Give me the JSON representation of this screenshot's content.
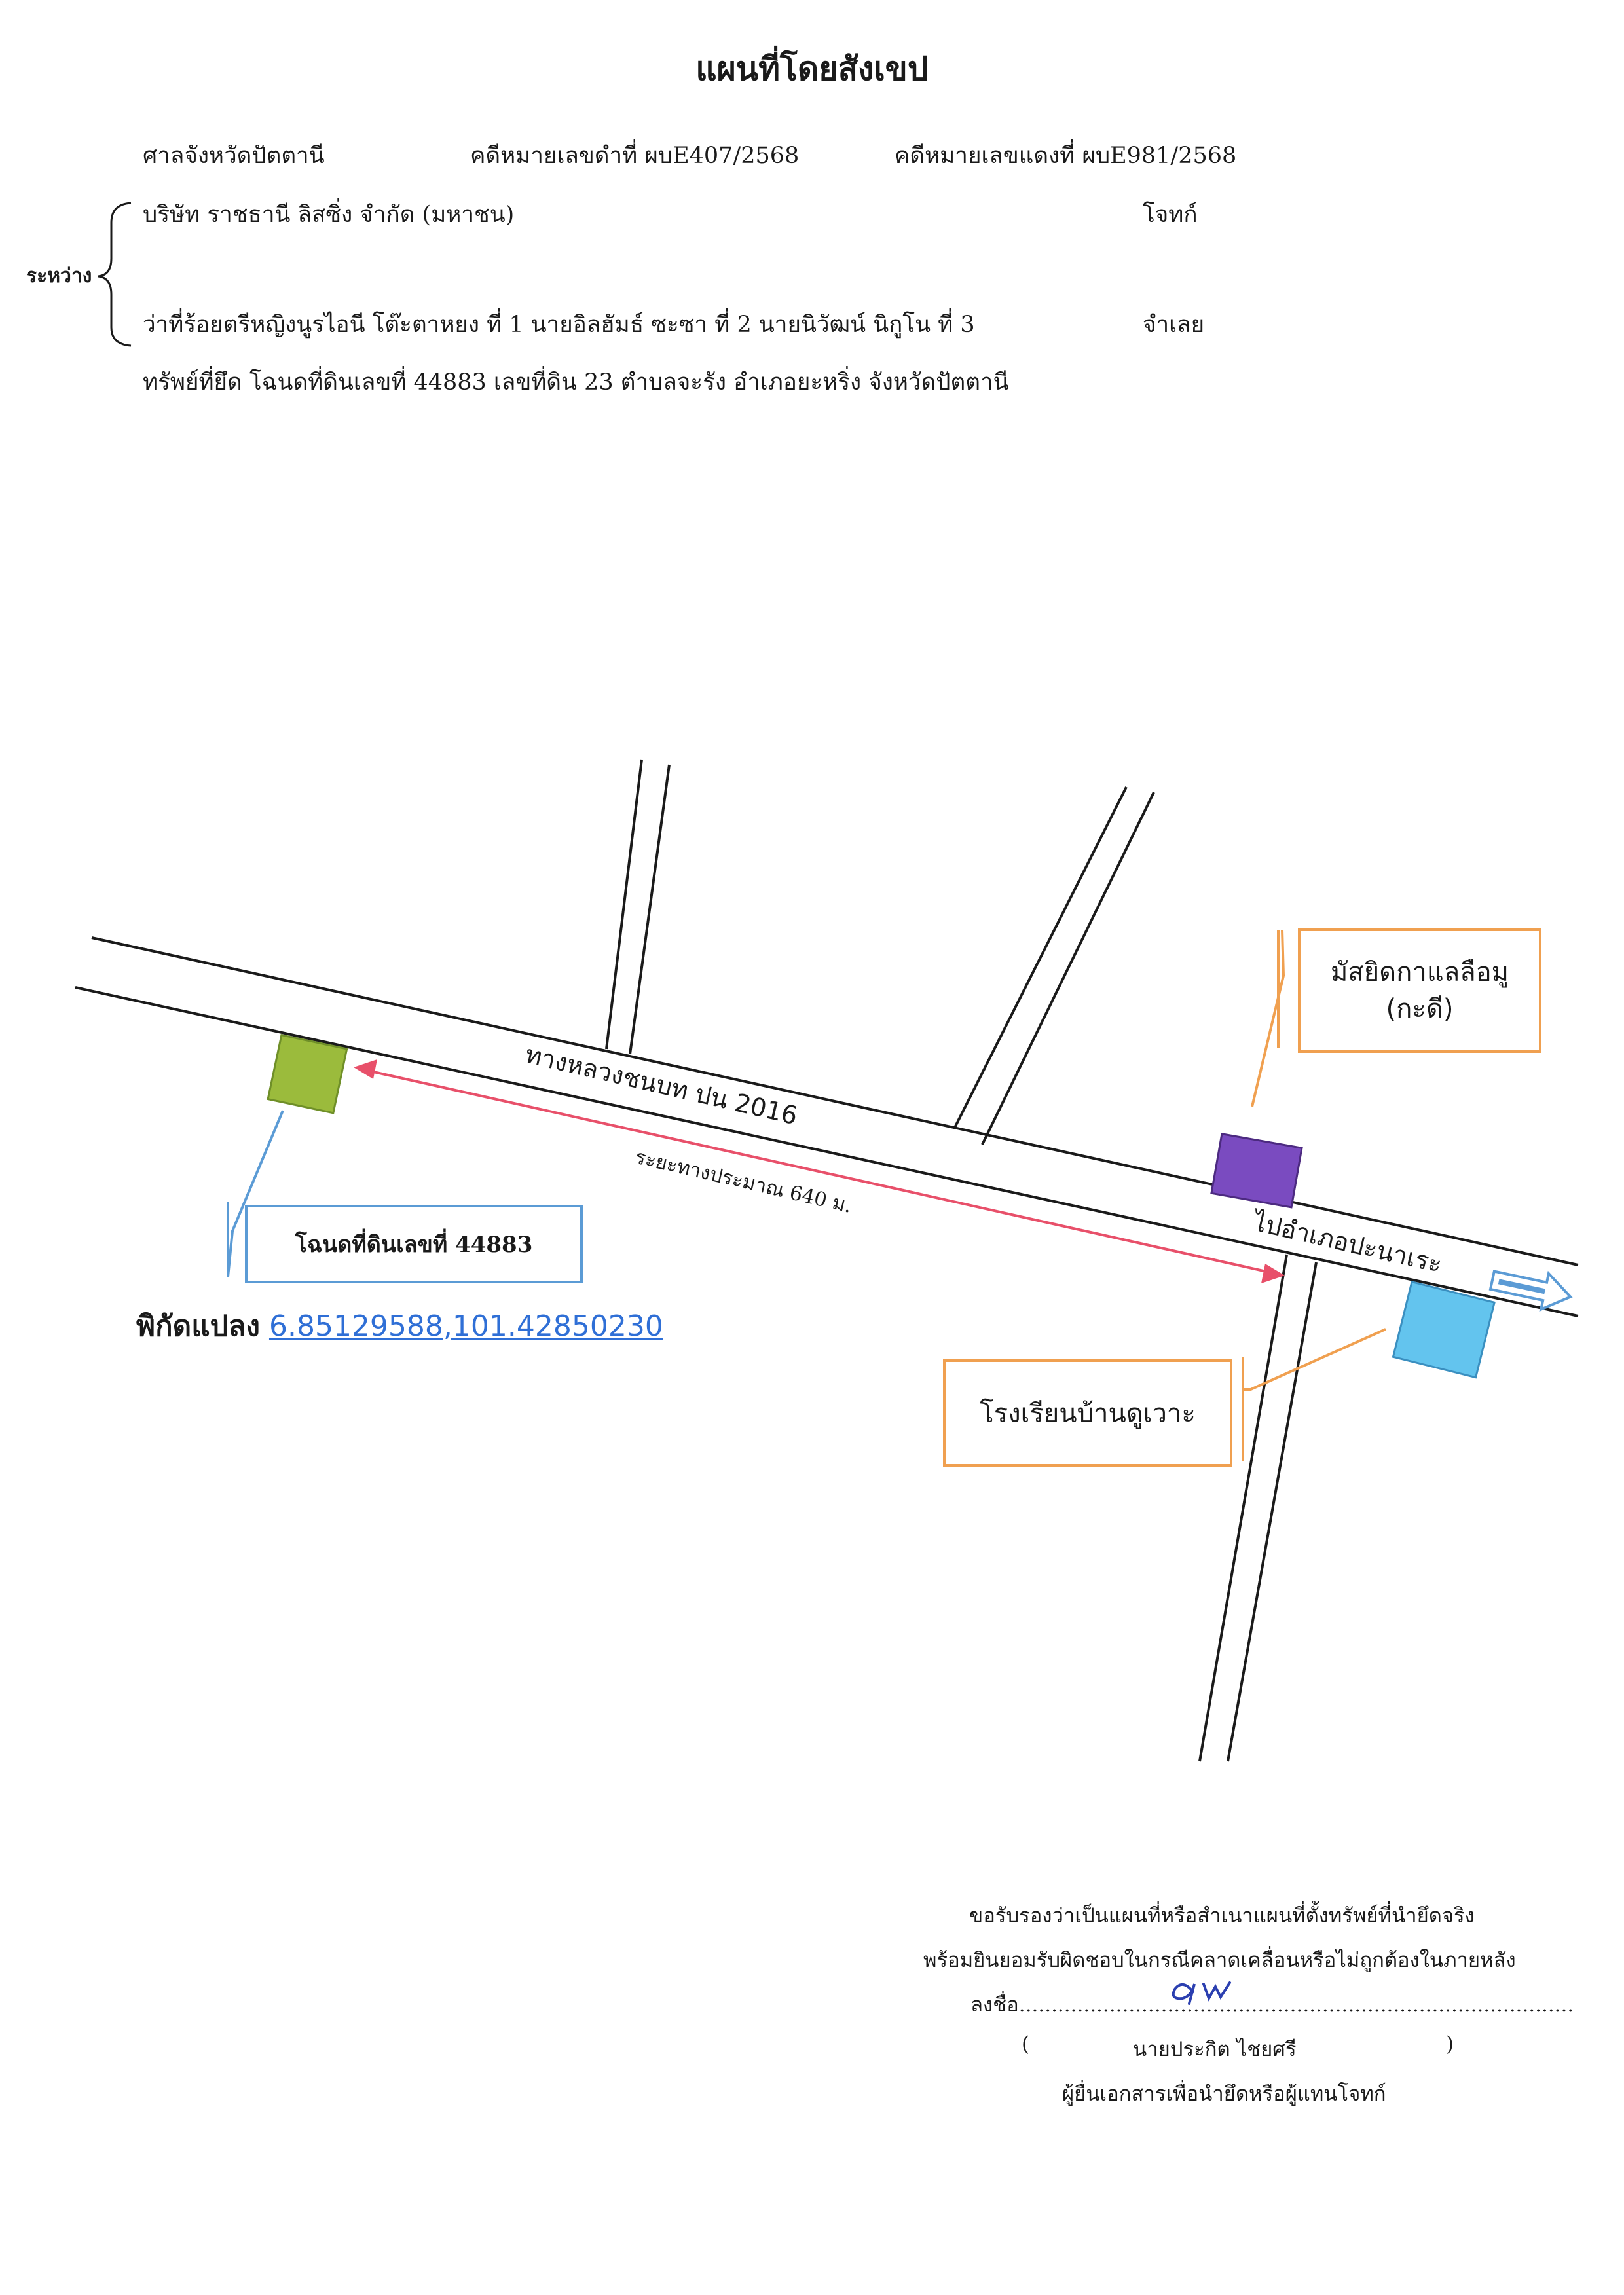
{
  "document": {
    "title": "แผนที่โดยสังเขป",
    "court": "ศาลจังหวัดปัตตานี",
    "black_case": "คดีหมายเลขดำที่ ผบE407/2568",
    "red_case": "คดีหมายเลขแดงที่ ผบE981/2568",
    "between_label": "ระหว่าง",
    "plaintiff_name": "บริษัท ราชธานี  ลิสซิ่ง จำกัด (มหาชน)",
    "plaintiff_role": "โจทก์",
    "defendant_names": "ว่าที่ร้อยตรีหญิงนูรไอนี โต๊ะตาหยง ที่ 1 นายอิลฮัมธ์ ซะซา ที่ 2 นายนิวัฒน์ นิกูโน ที่ 3",
    "defendant_role": "จำเลย",
    "property": "ทรัพย์ที่ยึด  โฉนดที่ดินเลขที่ 44883 เลขที่ดิน 23 ตำบลจะรัง อำเภอยะหริ่ง จังหวัดปัตตานี"
  },
  "map": {
    "road_label": "ทางหลวงชนบท ปน 2016",
    "distance_label": "ระยะทางประมาณ 640 ม.",
    "direction_label": "ไปอำเภอปะนาเระ",
    "mosque_line1": "มัสยิดกาแลลือมู",
    "mosque_line2": "(กะดี)",
    "school_label": "โรงเรียนบ้านดูเวาะ",
    "deed_label": "โฉนดที่ดินเลขที่  44883",
    "coord_prefix": "พิกัดแปลง",
    "coord_value": "6.85129588,101.42850230",
    "colors": {
      "road": "#1a1a1a",
      "distance_arrow": "#e8506a",
      "deed_marker": "#9bbb3c",
      "mosque_marker": "#7a4bc0",
      "school_marker": "#63c4ee",
      "callout_orange": "#f0a050",
      "callout_blue": "#5b9bd5",
      "direction_arrow": "#5b9bd5"
    }
  },
  "certification": {
    "line1": "ขอรับรองว่าเป็นแผนที่หรือสำเนาแผนที่ตั้งทรัพย์ที่นำยึดจริง",
    "line2": "พร้อมยินยอมรับผิดชอบในกรณีคลาดเคลื่อนหรือไม่ถูกต้องในภายหลัง",
    "sign_label": "ลงชื่อ",
    "sign_dots": "......................................................................................",
    "open_paren": "(",
    "close_paren": ")",
    "signer_name": "นายประกิต  ไชยศรี",
    "signer_role": "ผู้ยื่นเอกสารเพื่อนำยึดหรือผู้แทนโจทก์"
  }
}
